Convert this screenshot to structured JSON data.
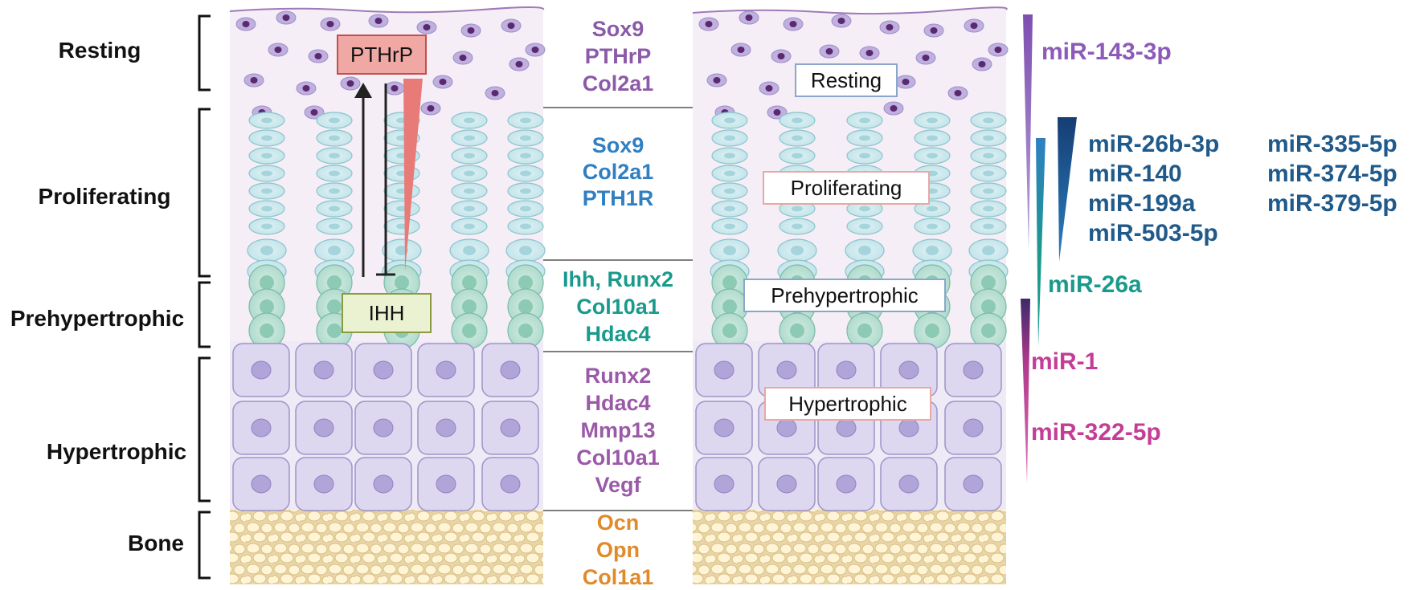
{
  "colors": {
    "resting": "#8b5aa8",
    "proliferating": "#2f7fc2",
    "prehypertrophic": "#1a9a8c",
    "hypertrophic": "#9a5aa8",
    "bone": "#e08a2a",
    "mir_purple": "#8c5ab8",
    "mir_blue": "#1f5a8a",
    "mir_teal": "#1a9a8c",
    "mir_magenta": "#c43d96"
  },
  "zones": {
    "resting": "Resting",
    "proliferating": "Proliferating",
    "prehypertrophic": "Prehypertrophic",
    "hypertrophic": "Hypertrophic",
    "bone": "Bone"
  },
  "left_panel": {
    "pthrp_box": "PTHrP",
    "ihh_box": "IHH"
  },
  "right_panel": {
    "resting_box": "Resting",
    "proliferating_box": "Proliferating",
    "prehypertrophic_box": "Prehypertrophic",
    "hypertrophic_box": "Hypertrophic"
  },
  "genes": {
    "resting": [
      "Sox9",
      "PTHrP",
      "Col2a1"
    ],
    "proliferating": [
      "Sox9",
      "Col2a1",
      "PTH1R"
    ],
    "prehypertrophic": [
      "Ihh, Runx2",
      "Col10a1",
      "Hdac4"
    ],
    "hypertrophic": [
      "Runx2",
      "Hdac4",
      "Mmp13",
      "Col10a1",
      "Vegf"
    ],
    "bone": [
      "Ocn",
      "Opn",
      "Col1a1"
    ]
  },
  "mirnas": {
    "mir_143": "miR-143-3p",
    "mir_26b": "miR-26b-3p",
    "mir_140": "miR-140",
    "mir_199a": "miR-199a",
    "mir_503": "miR-503-5p",
    "mir_335": "miR-335-5p",
    "mir_374": "miR-374-5p",
    "mir_379": "miR-379-5p",
    "mir_26a": "miR-26a",
    "mir_1": "miR-1",
    "mir_322": "miR-322-5p"
  }
}
